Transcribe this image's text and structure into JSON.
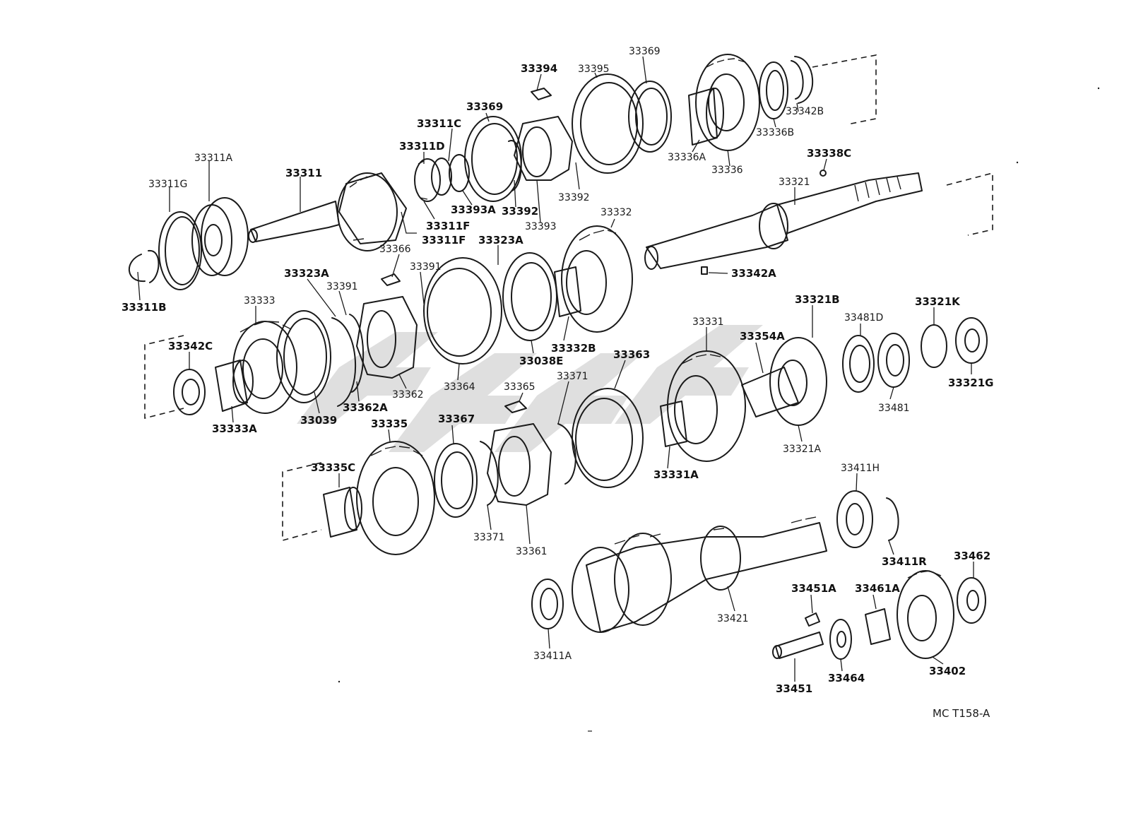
{
  "figure_code": "MC T158-A",
  "watermark_color": "#8c8c8c",
  "line_color": "#1a1a1a",
  "labels": [
    {
      "key": "33311G",
      "text": "33311G"
    },
    {
      "key": "33311A",
      "text": "33311A"
    },
    {
      "key": "33311",
      "text": "33311"
    },
    {
      "key": "33311B",
      "text": "33311B"
    },
    {
      "key": "33311D",
      "text": "33311D"
    },
    {
      "key": "33311C",
      "text": "33311C"
    },
    {
      "key": "33311F_1",
      "text": "33311F"
    },
    {
      "key": "33311F_2",
      "text": "33311F"
    },
    {
      "key": "33393A",
      "text": "33393A"
    },
    {
      "key": "33369_1",
      "text": "33369"
    },
    {
      "key": "33392_1",
      "text": "33392"
    },
    {
      "key": "33393",
      "text": "33393"
    },
    {
      "key": "33394",
      "text": "33394"
    },
    {
      "key": "33395",
      "text": "33395"
    },
    {
      "key": "33369_2",
      "text": "33369"
    },
    {
      "key": "33392_2",
      "text": "33392"
    },
    {
      "key": "33336A",
      "text": "33336A"
    },
    {
      "key": "33336",
      "text": "33336"
    },
    {
      "key": "33336B",
      "text": "33336B"
    },
    {
      "key": "33342B",
      "text": "33342B"
    },
    {
      "key": "33338C",
      "text": "33338C"
    },
    {
      "key": "33321",
      "text": "33321"
    },
    {
      "key": "33342A",
      "text": "33342A"
    },
    {
      "key": "33332",
      "text": "33332"
    },
    {
      "key": "33323A_1",
      "text": "33323A"
    },
    {
      "key": "33366",
      "text": "33366"
    },
    {
      "key": "33391_1",
      "text": "33391"
    },
    {
      "key": "33323A_2",
      "text": "33323A"
    },
    {
      "key": "33391_2",
      "text": "33391"
    },
    {
      "key": "33333",
      "text": "33333"
    },
    {
      "key": "33342C",
      "text": "33342C"
    },
    {
      "key": "33333A",
      "text": "33333A"
    },
    {
      "key": "33039",
      "text": "33039"
    },
    {
      "key": "33362A",
      "text": "33362A"
    },
    {
      "key": "33362",
      "text": "33362"
    },
    {
      "key": "33364",
      "text": "33364"
    },
    {
      "key": "33038E",
      "text": "33038E"
    },
    {
      "key": "33332B",
      "text": "33332B"
    },
    {
      "key": "33371_1",
      "text": "33371"
    },
    {
      "key": "33365",
      "text": "33365"
    },
    {
      "key": "33363",
      "text": "33363"
    },
    {
      "key": "33331",
      "text": "33331"
    },
    {
      "key": "33354A",
      "text": "33354A"
    },
    {
      "key": "33321B",
      "text": "33321B"
    },
    {
      "key": "33481D",
      "text": "33481D"
    },
    {
      "key": "33321K",
      "text": "33321K"
    },
    {
      "key": "33321G",
      "text": "33321G"
    },
    {
      "key": "33481",
      "text": "33481"
    },
    {
      "key": "33321A",
      "text": "33321A"
    },
    {
      "key": "33331A",
      "text": "33331A"
    },
    {
      "key": "33335",
      "text": "33335"
    },
    {
      "key": "33367",
      "text": "33367"
    },
    {
      "key": "33335C",
      "text": "33335C"
    },
    {
      "key": "33371_2",
      "text": "33371"
    },
    {
      "key": "33361",
      "text": "33361"
    },
    {
      "key": "33411H",
      "text": "33411H"
    },
    {
      "key": "33411R",
      "text": "33411R"
    },
    {
      "key": "33462",
      "text": "33462"
    },
    {
      "key": "33451A",
      "text": "33451A"
    },
    {
      "key": "33461A",
      "text": "33461A"
    },
    {
      "key": "33421",
      "text": "33421"
    },
    {
      "key": "33411A",
      "text": "33411A"
    },
    {
      "key": "33464",
      "text": "33464"
    },
    {
      "key": "33402",
      "text": "33402"
    },
    {
      "key": "33451",
      "text": "33451"
    }
  ]
}
